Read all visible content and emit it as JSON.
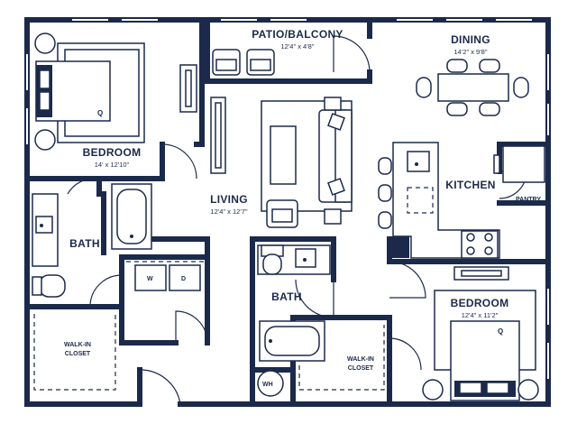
{
  "rooms": {
    "patio": {
      "name": "PATIO/BALCONY",
      "dims": "12'4\" x 4'8\""
    },
    "dining": {
      "name": "DINING",
      "dims": "14'2\" x 9'8\""
    },
    "bedroom1": {
      "name": "BEDROOM",
      "dims": "14' x 12'10\""
    },
    "living": {
      "name": "LIVING",
      "dims": "12'4\" x 12'7\""
    },
    "kitchen": {
      "name": "KITCHEN"
    },
    "pantry": {
      "name": "PANTRY"
    },
    "bath1": {
      "name": "BATH"
    },
    "bath2": {
      "name": "BATH"
    },
    "bedroom2": {
      "name": "BEDROOM",
      "dims": "12'4\" x 11'2\""
    },
    "walkin1": {
      "line1": "WALK-IN",
      "line2": "CLOSET"
    },
    "walkin2": {
      "line1": "WALK-IN",
      "line2": "CLOSET"
    }
  },
  "fixtures": {
    "washer": "W",
    "dryer": "D",
    "water_heater": "WH",
    "bed1_size": "Q",
    "bed2_size": "Q"
  }
}
